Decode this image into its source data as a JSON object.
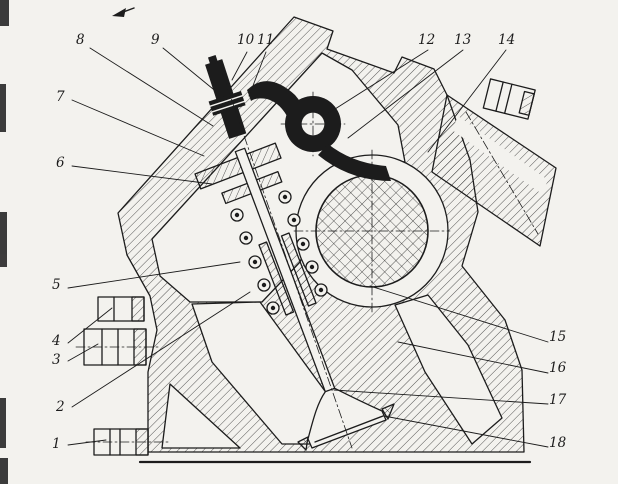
{
  "drawing": {
    "paper_color": "#f3f2ee",
    "ink_color": "#1c1c1c",
    "callouts": [
      {
        "label": "1"
      },
      {
        "label": "2"
      },
      {
        "label": "3"
      },
      {
        "label": "4"
      },
      {
        "label": "5"
      },
      {
        "label": "6"
      },
      {
        "label": "7"
      },
      {
        "label": "8"
      },
      {
        "label": "9"
      },
      {
        "label": "10"
      },
      {
        "label": "11"
      },
      {
        "label": "12"
      },
      {
        "label": "13"
      },
      {
        "label": "14"
      },
      {
        "label": "15"
      },
      {
        "label": "16"
      },
      {
        "label": "17"
      },
      {
        "label": "18"
      }
    ]
  }
}
